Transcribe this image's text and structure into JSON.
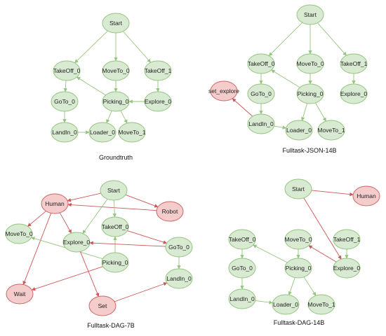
{
  "colors": {
    "normal_node_fill": "#d9ead3",
    "normal_node_stroke": "#93c47d",
    "error_node_fill": "#f4cccc",
    "error_node_stroke": "#cc6666",
    "normal_edge": "#93c47d",
    "error_edge": "#cc5555"
  },
  "panels": [
    {
      "caption": "Groundtruth",
      "nodes": [
        {
          "id": "start",
          "label": "Start",
          "kind": "normal"
        },
        {
          "id": "takeoff0",
          "label": "TakeOff_0",
          "kind": "normal"
        },
        {
          "id": "moveto0",
          "label": "MoveTo_0",
          "kind": "normal"
        },
        {
          "id": "takeoff1",
          "label": "TakeOff_1",
          "kind": "normal"
        },
        {
          "id": "goto0",
          "label": "GoTo_0",
          "kind": "normal"
        },
        {
          "id": "picking0",
          "label": "Picking_0",
          "kind": "normal"
        },
        {
          "id": "explore0",
          "label": "Explore_0",
          "kind": "normal"
        },
        {
          "id": "landin0",
          "label": "LandIn_0",
          "kind": "normal"
        },
        {
          "id": "loader0",
          "label": "Loader_0",
          "kind": "normal"
        },
        {
          "id": "moveto1",
          "label": "MoveTo_1",
          "kind": "normal"
        }
      ],
      "edges": [
        {
          "from": "start",
          "to": "takeoff0",
          "kind": "normal"
        },
        {
          "from": "start",
          "to": "moveto0",
          "kind": "normal"
        },
        {
          "from": "start",
          "to": "takeoff1",
          "kind": "normal"
        },
        {
          "from": "takeoff0",
          "to": "goto0",
          "kind": "normal"
        },
        {
          "from": "moveto0",
          "to": "picking0",
          "kind": "normal"
        },
        {
          "from": "takeoff1",
          "to": "explore0",
          "kind": "normal"
        },
        {
          "from": "explore0",
          "to": "picking0",
          "kind": "normal"
        },
        {
          "from": "picking0",
          "to": "takeoff0",
          "kind": "normal"
        },
        {
          "from": "goto0",
          "to": "landin0",
          "kind": "normal"
        },
        {
          "from": "landin0",
          "to": "loader0",
          "kind": "normal"
        },
        {
          "from": "picking0",
          "to": "loader0",
          "kind": "normal"
        },
        {
          "from": "picking0",
          "to": "moveto1",
          "kind": "normal"
        }
      ]
    },
    {
      "caption": "Fulltask-JSON-14B",
      "nodes": [
        {
          "id": "start",
          "label": "Start",
          "kind": "normal"
        },
        {
          "id": "takeoff0",
          "label": "TakeOff_0",
          "kind": "normal"
        },
        {
          "id": "moveto0",
          "label": "MoveTo_0",
          "kind": "normal"
        },
        {
          "id": "takeoff1",
          "label": "TakeOff_1",
          "kind": "normal"
        },
        {
          "id": "setexplore",
          "label": "set_explore",
          "kind": "error"
        },
        {
          "id": "goto0",
          "label": "GoTo_0",
          "kind": "normal"
        },
        {
          "id": "picking0",
          "label": "Picking_0",
          "kind": "normal"
        },
        {
          "id": "explore0",
          "label": "Explore_0",
          "kind": "normal"
        },
        {
          "id": "landin0",
          "label": "LandIn_0",
          "kind": "normal"
        },
        {
          "id": "loader0",
          "label": "Loader_0",
          "kind": "normal"
        },
        {
          "id": "moveto1",
          "label": "MoveTo_1",
          "kind": "normal"
        }
      ],
      "edges": [
        {
          "from": "start",
          "to": "takeoff0",
          "kind": "normal"
        },
        {
          "from": "start",
          "to": "moveto0",
          "kind": "normal"
        },
        {
          "from": "start",
          "to": "takeoff1",
          "kind": "normal"
        },
        {
          "from": "takeoff0",
          "to": "goto0",
          "kind": "normal"
        },
        {
          "from": "moveto0",
          "to": "picking0",
          "kind": "normal"
        },
        {
          "from": "takeoff1",
          "to": "explore0",
          "kind": "normal"
        },
        {
          "from": "picking0",
          "to": "takeoff0",
          "kind": "normal"
        },
        {
          "from": "goto0",
          "to": "landin0",
          "kind": "normal"
        },
        {
          "from": "landin0",
          "to": "setexplore",
          "kind": "error"
        },
        {
          "from": "landin0",
          "to": "loader0",
          "kind": "normal"
        },
        {
          "from": "picking0",
          "to": "loader0",
          "kind": "normal"
        },
        {
          "from": "picking0",
          "to": "moveto1",
          "kind": "normal"
        }
      ]
    },
    {
      "caption": "Fulltask-DAG-7B",
      "nodes": [
        {
          "id": "human",
          "label": "Human",
          "kind": "error"
        },
        {
          "id": "start",
          "label": "Start",
          "kind": "normal"
        },
        {
          "id": "robot",
          "label": "Robot",
          "kind": "error"
        },
        {
          "id": "moveto0",
          "label": "MoveTo_0",
          "kind": "normal"
        },
        {
          "id": "takeoff0",
          "label": "TakeOff_0",
          "kind": "normal"
        },
        {
          "id": "explore0",
          "label": "Explore_0",
          "kind": "normal"
        },
        {
          "id": "goto0",
          "label": "GoTo_0",
          "kind": "normal"
        },
        {
          "id": "picking0",
          "label": "Picking_0",
          "kind": "normal"
        },
        {
          "id": "landin0",
          "label": "LandIn_0",
          "kind": "normal"
        },
        {
          "id": "wait",
          "label": "Wait",
          "kind": "error"
        },
        {
          "id": "set",
          "label": "Set",
          "kind": "error"
        }
      ],
      "edges": [
        {
          "from": "start",
          "to": "human",
          "kind": "error"
        },
        {
          "from": "start",
          "to": "robot",
          "kind": "error"
        },
        {
          "from": "robot",
          "to": "human",
          "kind": "error"
        },
        {
          "from": "start",
          "to": "takeoff0",
          "kind": "normal"
        },
        {
          "from": "start",
          "to": "explore0",
          "kind": "normal"
        },
        {
          "from": "human",
          "to": "moveto0",
          "kind": "error"
        },
        {
          "from": "human",
          "to": "explore0",
          "kind": "error"
        },
        {
          "from": "human",
          "to": "wait",
          "kind": "error"
        },
        {
          "from": "takeoff0",
          "to": "goto0",
          "kind": "error"
        },
        {
          "from": "picking0",
          "to": "takeoff0",
          "kind": "normal"
        },
        {
          "from": "goto0",
          "to": "explore0",
          "kind": "error"
        },
        {
          "from": "picking0",
          "to": "moveto0",
          "kind": "normal"
        },
        {
          "from": "goto0",
          "to": "landin0",
          "kind": "normal"
        },
        {
          "from": "explore0",
          "to": "set",
          "kind": "error"
        },
        {
          "from": "set",
          "to": "landin0",
          "kind": "error"
        },
        {
          "from": "picking0",
          "to": "wait",
          "kind": "error"
        }
      ]
    },
    {
      "caption": "Fulltask-DAG-14B",
      "nodes": [
        {
          "id": "start",
          "label": "Start",
          "kind": "normal"
        },
        {
          "id": "human",
          "label": "Human",
          "kind": "error"
        },
        {
          "id": "takeoff0",
          "label": "TakeOff_0",
          "kind": "normal"
        },
        {
          "id": "moveto0",
          "label": "MoveTo_0",
          "kind": "normal"
        },
        {
          "id": "takeoff1",
          "label": "TakeOff_1",
          "kind": "normal"
        },
        {
          "id": "goto0",
          "label": "GoTo_0",
          "kind": "normal"
        },
        {
          "id": "picking0",
          "label": "Picking_0",
          "kind": "normal"
        },
        {
          "id": "explore0",
          "label": "Explore_0",
          "kind": "normal"
        },
        {
          "id": "landin0",
          "label": "LandIn_0",
          "kind": "normal"
        },
        {
          "id": "loader0",
          "label": "Loader_0",
          "kind": "normal"
        },
        {
          "id": "moveto1",
          "label": "MoveTo_1",
          "kind": "normal"
        }
      ],
      "edges": [
        {
          "from": "start",
          "to": "human",
          "kind": "error"
        },
        {
          "from": "start",
          "to": "explore0",
          "kind": "error"
        },
        {
          "from": "takeoff0",
          "to": "goto0",
          "kind": "normal"
        },
        {
          "from": "moveto0",
          "to": "picking0",
          "kind": "normal"
        },
        {
          "from": "takeoff1",
          "to": "explore0",
          "kind": "normal"
        },
        {
          "from": "explore0",
          "to": "moveto0",
          "kind": "error"
        },
        {
          "from": "picking0",
          "to": "takeoff0",
          "kind": "normal"
        },
        {
          "from": "goto0",
          "to": "landin0",
          "kind": "normal"
        },
        {
          "from": "landin0",
          "to": "loader0",
          "kind": "normal"
        },
        {
          "from": "picking0",
          "to": "loader0",
          "kind": "normal"
        },
        {
          "from": "picking0",
          "to": "moveto1",
          "kind": "normal"
        }
      ]
    }
  ]
}
